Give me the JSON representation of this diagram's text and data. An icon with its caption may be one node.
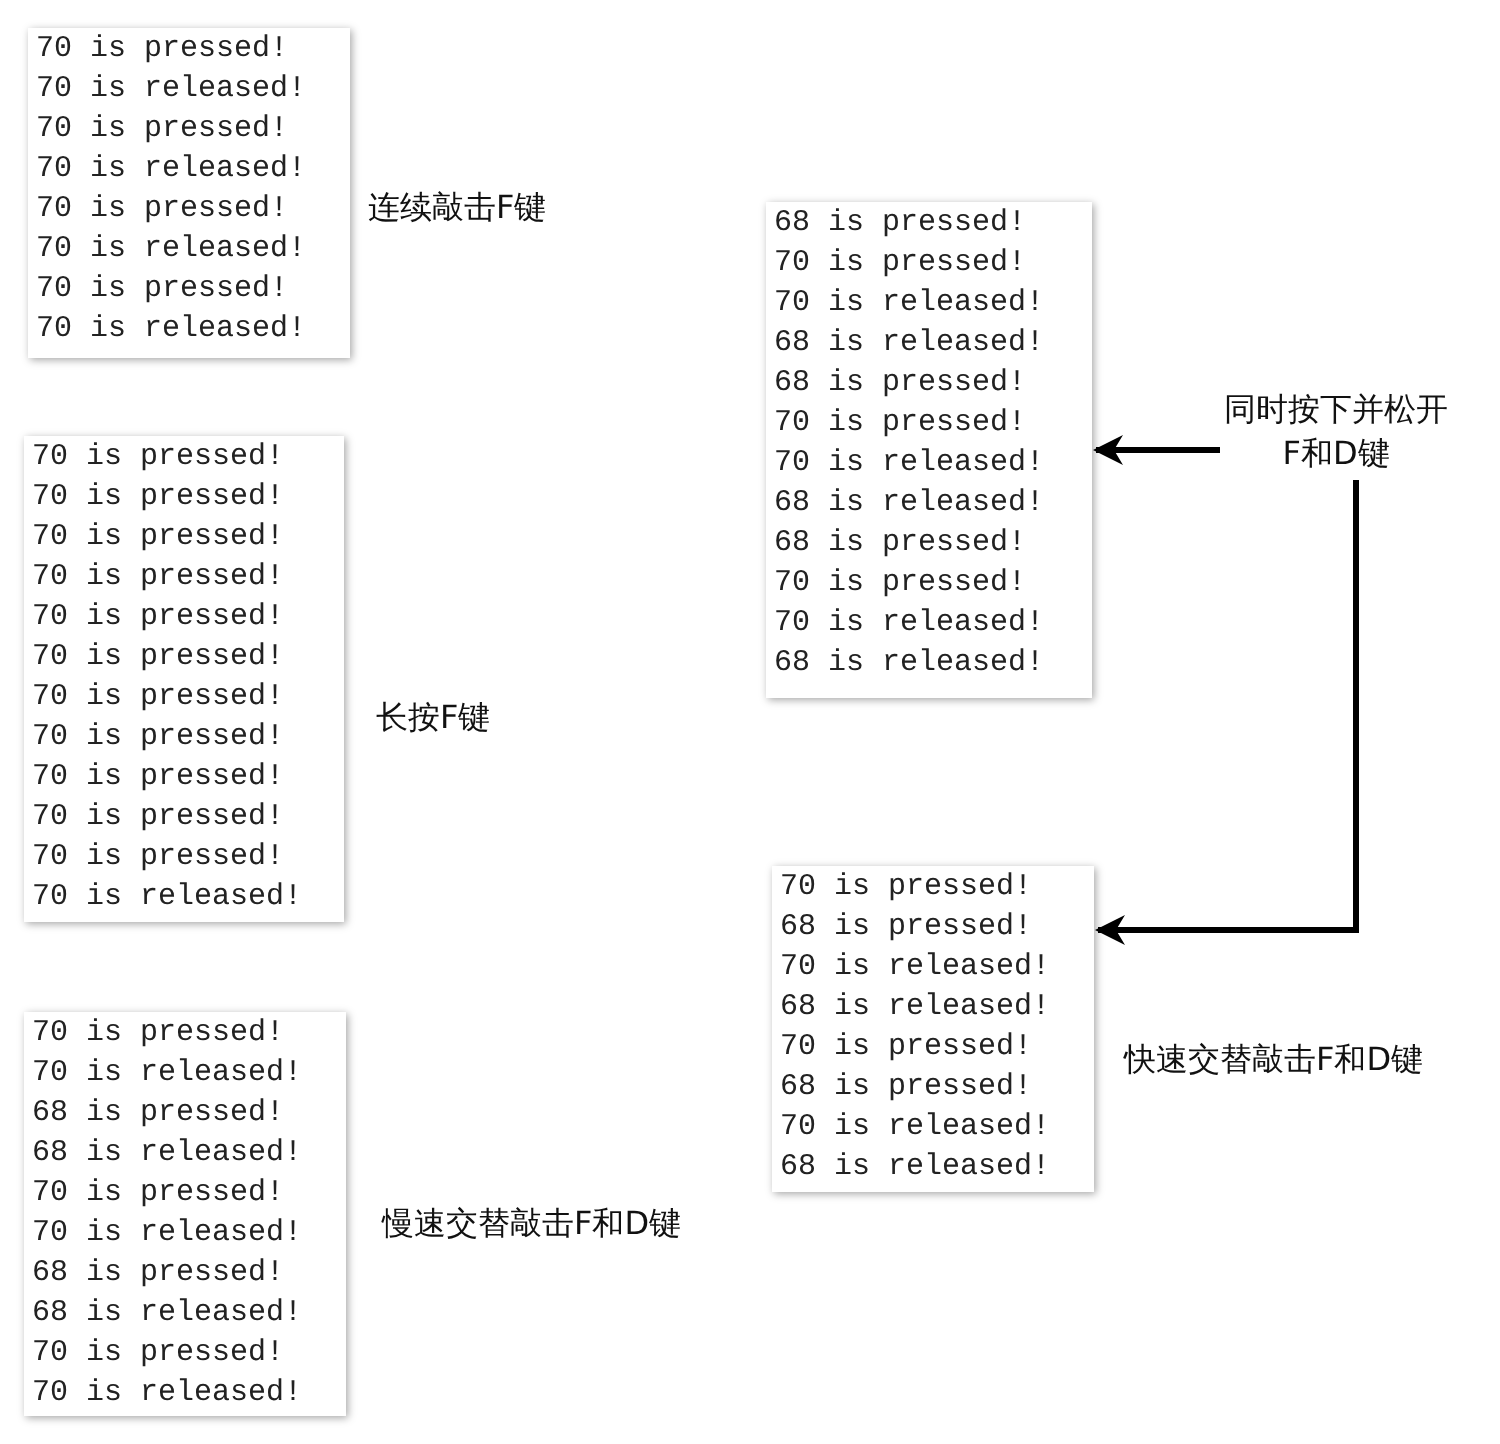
{
  "diagram": {
    "nodes": [
      {
        "text": [
          "70 is pressed!",
          "70 is released!",
          "70 is pressed!",
          "70 is released!",
          "70 is pressed!",
          "70 is released!",
          "70 is pressed!",
          "70 is released!"
        ],
        "beside": [
          "连续敲击F键"
        ]
      },
      {
        "text": [
          "70 is pressed!",
          "70 is pressed!",
          "70 is pressed!",
          "70 is pressed!",
          "70 is pressed!",
          "70 is pressed!",
          "70 is pressed!",
          "70 is pressed!",
          "70 is pressed!",
          "70 is pressed!",
          "70 is pressed!",
          "70 is released!"
        ],
        "beside": [
          "长按F键"
        ]
      },
      {
        "text": [
          "70 is pressed!",
          "70 is released!",
          "68 is pressed!",
          "68 is released!",
          "70 is pressed!",
          "70 is released!",
          "68 is pressed!",
          "68 is released!",
          "70 is pressed!",
          "70 is released!"
        ],
        "beside": [
          "慢速交替敲击F和D键"
        ]
      },
      {
        "text": [
          "68 is pressed!",
          "70 is pressed!",
          "70 is released!",
          "68 is released!",
          "68 is pressed!",
          "70 is pressed!",
          "70 is released!",
          "68 is released!",
          "68 is pressed!",
          "70 is pressed!",
          "70 is released!",
          "68 is released!"
        ]
      },
      {
        "text": [
          "同时按下并松开F和D键"
        ]
      },
      {
        "text": [
          "70 is pressed!",
          "68 is pressed!",
          "70 is released!",
          "68 is released!",
          "70 is pressed!",
          "68 is pressed!",
          "70 is released!",
          "68 is released!"
        ],
        "beside": [
          "快速交替敲击F和D键"
        ]
      }
    ],
    "edges": [
      {
        "from": 4,
        "to": 3,
        "arrow": "to"
      },
      {
        "from": 4,
        "to": 5,
        "arrow": "to"
      }
    ]
  }
}
